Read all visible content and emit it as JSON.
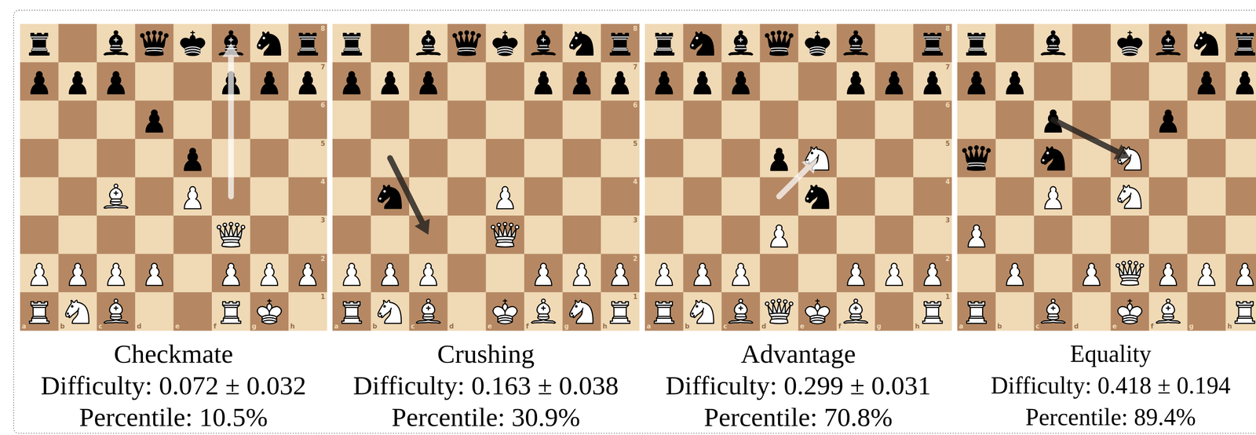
{
  "diagram": {
    "nodes": [
      {
        "text": [
          "Checkmate",
          "Difficulty: 0.072 ± 0.032",
          "Percentile: 10.5%"
        ]
      },
      {
        "text": [
          "Crushing",
          "Difficulty: 0.163 ± 0.038",
          "Percentile: 30.9%"
        ]
      },
      {
        "text": [
          "Advantage",
          "Difficulty: 0.299 ± 0.031",
          "Percentile: 70.8%"
        ]
      },
      {
        "text": [
          "Equality",
          "Difficulty: 0.418 ± 0.194",
          "Percentile: 89.4%"
        ]
      }
    ],
    "labels": [
      "8",
      "7",
      "6",
      "5",
      "4",
      "3",
      "2",
      "1",
      "a",
      "b",
      "c",
      "d",
      "e",
      "f",
      "g",
      "h",
      "8",
      "7",
      "6",
      "5",
      "4",
      "3",
      "2",
      "1",
      "a",
      "b",
      "c",
      "d",
      "e",
      "f",
      "g",
      "h",
      "8",
      "7",
      "6",
      "5",
      "4",
      "3",
      "2",
      "1",
      "a",
      "b",
      "c",
      "d",
      "e",
      "f",
      "g",
      "h",
      "a",
      "b",
      "c",
      "d",
      "e",
      "f",
      "g",
      "h"
    ]
  }
}
